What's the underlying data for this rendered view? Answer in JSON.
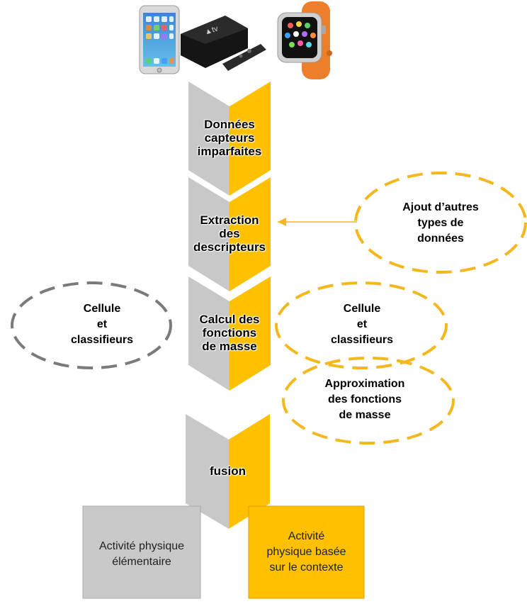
{
  "devices": {
    "iphone": "iphone-image",
    "apple_tv": "apple-tv-image",
    "apple_watch": "apple-watch-image"
  },
  "stages": [
    {
      "lines": [
        "Données",
        "capteurs",
        "imparfaites"
      ]
    },
    {
      "lines": [
        "Extraction",
        "des",
        "descripteurs"
      ]
    },
    {
      "lines": [
        "Calcul des",
        "fonctions",
        "de masse"
      ]
    },
    {
      "lines": [
        "fusion"
      ]
    }
  ],
  "ovals": {
    "extra_data": {
      "lines": [
        "Ajout d’autres",
        "types de",
        "données"
      ]
    },
    "left_cells": {
      "lines": [
        "Cellule",
        "et",
        "classifieurs"
      ]
    },
    "right_cells": {
      "lines": [
        "Cellule",
        "et",
        "classifieurs"
      ]
    },
    "approximation": {
      "lines": [
        "Approximation",
        "des fonctions",
        "de masse"
      ]
    }
  },
  "outputs": {
    "elementary": {
      "lines": [
        "Activité physique",
        "élémentaire"
      ]
    },
    "context": {
      "lines": [
        "Activité",
        "physique basée",
        "sur le contexte"
      ]
    }
  },
  "colors": {
    "chevron_gold": "#FFC000",
    "chevron_gray": "#C8C8C8",
    "oval_gold": "#F5B71E",
    "oval_gray": "#7A7A7A",
    "box_gray": "#C9C9C9",
    "box_gold": "#FFC000"
  }
}
